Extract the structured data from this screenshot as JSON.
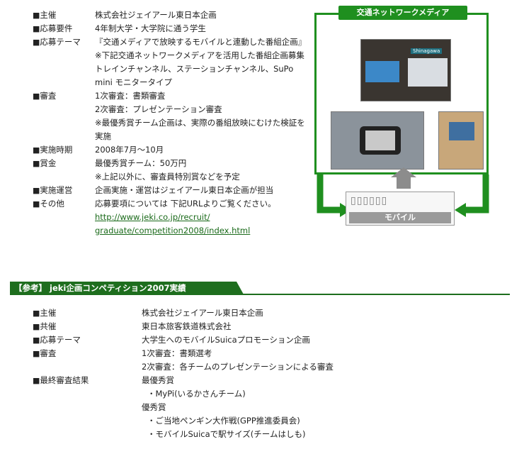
{
  "upper": {
    "rows": [
      {
        "label": "主催",
        "lines": [
          "株式会社ジェイアール東日本企画"
        ]
      },
      {
        "label": "応募要件",
        "lines": [
          "4年制大学・大学院に通う学生"
        ]
      },
      {
        "label": "応募テーマ",
        "lines": [
          "『交通メディアで放映するモバイルと連動した番組企画』",
          "※下記交通ネットワークメディアを活用した番組企画募集",
          "トレインチャンネル、ステーションチャンネル、SuPo mini モニタータイプ"
        ]
      },
      {
        "label": "審査",
        "lines": [
          "1次審査：書類審査",
          "2次審査：プレゼンテーション審査",
          "※最優秀賞チーム企画は、実際の番組放映にむけた検証を実施"
        ]
      },
      {
        "label": "実施時期",
        "lines": [
          "2008年7月～10月"
        ]
      },
      {
        "label": "賞金",
        "lines": [
          "最優秀賞チーム：50万円",
          "※上記以外に、審査員特別賞などを予定"
        ]
      },
      {
        "label": "実施運営",
        "lines": [
          "企画実施・運営はジェイアール東日本企画が担当"
        ]
      },
      {
        "label": "その他",
        "lines": [
          "応募要項については 下記URLよりご覧ください。"
        ],
        "link_lines": [
          "http://www.jeki.co.jp/recruit/",
          "graduate/competition2008/index.html"
        ]
      }
    ]
  },
  "diagram": {
    "media_title": "交通ネットワークメディア",
    "photo_tag": "Shinagawa",
    "mobile_label": "モバイル",
    "mobile_icons": "▯▯▯▯▯▯",
    "accent_color": "#1f8f1f",
    "arrow_color": "#8c8c8c"
  },
  "reference": {
    "heading": "【参考】 jeki企画コンペティション2007実績",
    "rows": [
      {
        "label": "主催",
        "lines": [
          "株式会社ジェイアール東日本企画"
        ]
      },
      {
        "label": "共催",
        "lines": [
          "東日本旅客鉄道株式会社"
        ]
      },
      {
        "label": "応募テーマ",
        "lines": [
          "大学生へのモバイルSuicaプロモーション企画"
        ]
      },
      {
        "label": "審査",
        "lines": [
          "1次審査：書類選考",
          "2次審査：各チームのプレゼンテーションによる審査"
        ]
      },
      {
        "label": "最終審査結果",
        "lines": [
          "最優秀賞",
          "・MyPi(いるかさんチーム)",
          "優秀賞",
          "・ご当地ペンギン大作戦(GPP推進委員会)",
          "・モバイルSuicaで駅サイズ(チームはしも)"
        ]
      }
    ]
  }
}
